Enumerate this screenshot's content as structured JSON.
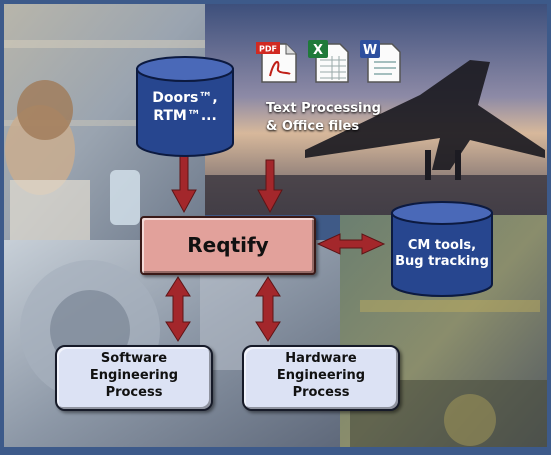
{
  "diagram": {
    "repositories": {
      "doors": {
        "line1": "Doors™,",
        "line2": "RTM™..."
      },
      "cm_tools": {
        "line1": "CM tools,",
        "line2": "Bug tracking"
      }
    },
    "file_group": {
      "label_line1": "Text Processing",
      "label_line2": "& Office files",
      "icons": [
        {
          "name": "pdf-file-icon",
          "tag": "PDF"
        },
        {
          "name": "excel-file-icon",
          "tag": "X"
        },
        {
          "name": "word-file-icon",
          "tag": "W"
        }
      ]
    },
    "hub": {
      "label": "Reqtify"
    },
    "processes": {
      "software": {
        "line1": "Software",
        "line2": "Engineering",
        "line3": "Process"
      },
      "hardware": {
        "line1": "Hardware",
        "line2": "Engineering",
        "line3": "Process"
      }
    }
  },
  "colors": {
    "arrow": "#a3272b",
    "hub_fill": "#e2a19b",
    "cylinder": "#27468f",
    "process_fill": "#dce2f4",
    "border_blue": "#3d5a8a"
  }
}
